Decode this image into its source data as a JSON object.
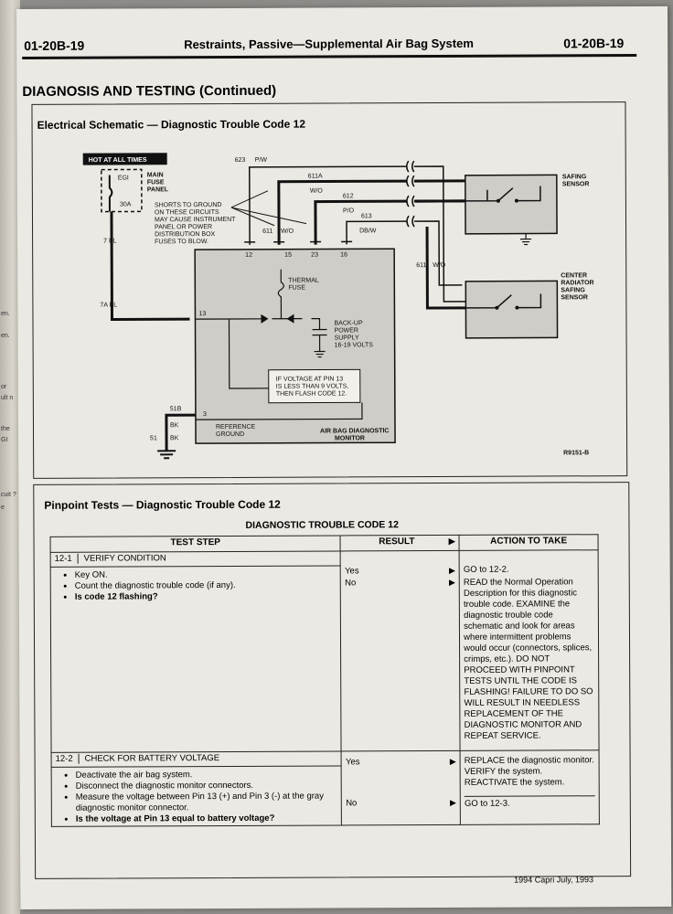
{
  "prev_page_fragments": [
    "en.",
    "en.",
    "or",
    "ult n",
    "the",
    "GI",
    "cuit ?",
    "e"
  ],
  "header": {
    "left": "01-20B-19",
    "center": "Restraints, Passive—Supplemental Air Bag System",
    "right": "01-20B-19"
  },
  "section_title": "DIAGNOSIS AND TESTING (Continued)",
  "schematic": {
    "title": "Electrical Schematic — Diagnostic Trouble Code 12",
    "hot_label": "HOT AT ALL TIMES",
    "fuse_id": "EGI",
    "fuse_amp": "30A",
    "fuse_panel_label": [
      "MAIN",
      "FUSE",
      "PANEL"
    ],
    "shorts_note": [
      "SHORTS TO GROUND",
      "ON THESE CIRCUITS",
      "MAY CAUSE INSTRUMENT",
      "PANEL OR POWER",
      "DISTRIBUTION BOX",
      "FUSES TO BLOW."
    ],
    "wire_7_bl": "7 BL",
    "wire_7a_bl": "7A BL",
    "wire_623": "623",
    "wire_623_color": "P/W",
    "wire_611a": "611A",
    "wire_611a_color": "W/O",
    "wire_612": "612",
    "wire_612_color": "P/O",
    "wire_613": "613",
    "wire_613_color": "DB/W",
    "wire_611_left": "611",
    "wire_611_left_color": "W/O",
    "wire_611_right": "611",
    "wire_611_right_color": "W/O",
    "pins": [
      "12",
      "15",
      "23",
      "16"
    ],
    "pin_13": "13",
    "pin_3": "3",
    "thermal_fuse": [
      "THERMAL",
      "FUSE"
    ],
    "backup_supply": [
      "BACK-UP",
      "POWER",
      "SUPPLY",
      "16-19 VOLTS"
    ],
    "logic_box": [
      "IF VOLTAGE AT PIN 13",
      "IS LESS THAN 9 VOLTS,",
      "THEN FLASH CODE 12."
    ],
    "reference_ground": [
      "REFERENCE",
      "GROUND"
    ],
    "monitor_label": [
      "AIR BAG DIAGNOSTIC",
      "MONITOR"
    ],
    "wire_51b": "51B",
    "wire_51b_color": "BK",
    "wire_51": "51",
    "wire_51_color": "BK",
    "safing_sensor": [
      "SAFING",
      "SENSOR"
    ],
    "center_sensor": [
      "CENTER",
      "RADIATOR",
      "SAFING",
      "SENSOR"
    ],
    "figure_id": "R9151-B"
  },
  "pinpoint": {
    "title": "Pinpoint Tests — Diagnostic Trouble Code 12",
    "table_title": "DIAGNOSTIC TROUBLE CODE 12",
    "col_test_step": "TEST STEP",
    "col_result": "RESULT",
    "col_action": "ACTION TO TAKE",
    "steps": [
      {
        "num": "12-1",
        "name": "VERIFY CONDITION",
        "bullets": [
          "Key ON.",
          "Count the diagnostic trouble code (if any).",
          "Is code 12 flashing?"
        ],
        "results": [
          "Yes",
          "No"
        ],
        "actions": [
          "GO to 12-2.",
          "READ the Normal Operation Description for this diagnostic trouble code. EXAMINE the diagnostic trouble code schematic and look for areas where intermittent problems would occur (connectors, splices, crimps, etc.). DO NOT PROCEED WITH PINPOINT TESTS UNTIL THE CODE IS FLASHING! FAILURE TO DO SO WILL RESULT IN NEEDLESS REPLACEMENT OF THE DIAGNOSTIC MONITOR AND REPEAT SERVICE."
        ]
      },
      {
        "num": "12-2",
        "name": "CHECK FOR BATTERY VOLTAGE",
        "bullets": [
          "Deactivate the air bag system.",
          "Disconnect the diagnostic monitor connectors.",
          "Measure the voltage between Pin 13 (+) and Pin 3 (-) at the gray diagnostic monitor connector.",
          "Is the voltage at Pin 13 equal to battery voltage?"
        ],
        "results": [
          "Yes",
          "No"
        ],
        "actions": [
          "REPLACE the diagnostic monitor. VERIFY the system. REACTIVATE the system.",
          "GO to 12-3."
        ]
      }
    ]
  },
  "footer": "1994 Capri July, 1993"
}
